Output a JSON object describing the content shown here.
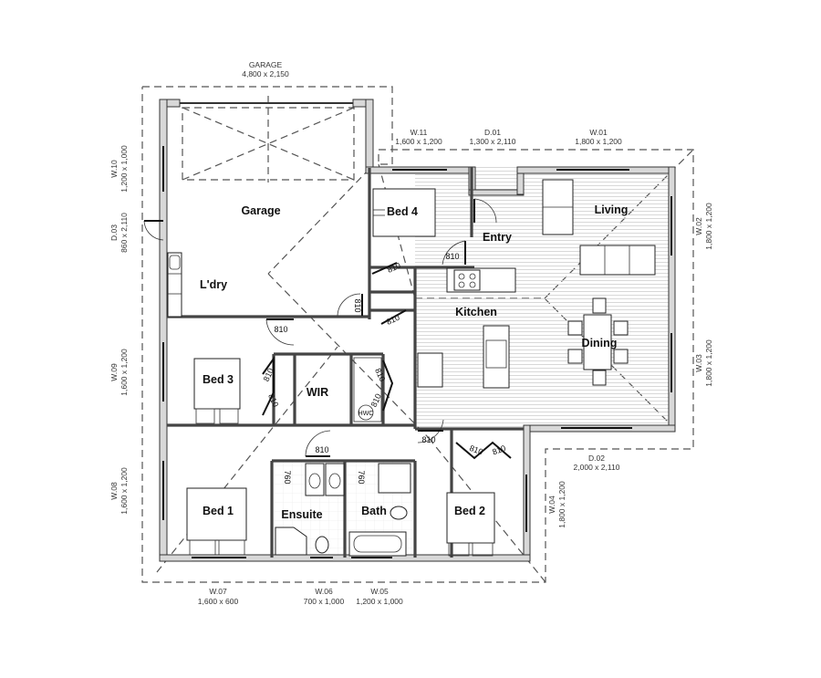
{
  "plan": {
    "garage_header": {
      "label": "GARAGE",
      "size": "4,800 x 2,150"
    },
    "rooms": {
      "garage": "Garage",
      "laundry": "L'dry",
      "bed4": "Bed 4",
      "entry": "Entry",
      "living": "Living",
      "kitchen": "Kitchen",
      "dining": "Dining",
      "bed3": "Bed 3",
      "wir": "WIR",
      "bed1": "Bed 1",
      "ensuite": "Ensuite",
      "bath": "Bath",
      "bed2": "Bed 2",
      "hwc": "HWC"
    },
    "openings": [
      {
        "id": "W.11",
        "size": "1,600 x 1,200"
      },
      {
        "id": "D.01",
        "size": "1,300 x 2,110"
      },
      {
        "id": "W.01",
        "size": "1,800 x 1,200"
      },
      {
        "id": "W.10",
        "size": "1,200 x 1,000"
      },
      {
        "id": "D.03",
        "size": "860 x 2,110"
      },
      {
        "id": "W.09",
        "size": "1,600 x 1,200"
      },
      {
        "id": "W.08",
        "size": "1,600 x 1,200"
      },
      {
        "id": "W.02",
        "size": "1,800 x 1,200"
      },
      {
        "id": "W.03",
        "size": "1,800 x 1,200"
      },
      {
        "id": "D.02",
        "size": "2,000 x 2,110"
      },
      {
        "id": "W.04",
        "size": "1,800 x 1,200"
      },
      {
        "id": "W.07",
        "size": "1,600 x 600"
      },
      {
        "id": "W.06",
        "size": "700 x 1,000"
      },
      {
        "id": "W.05",
        "size": "1,200 x 1,000"
      }
    ],
    "door_widths": {
      "d810": "810",
      "d760": "760"
    }
  }
}
